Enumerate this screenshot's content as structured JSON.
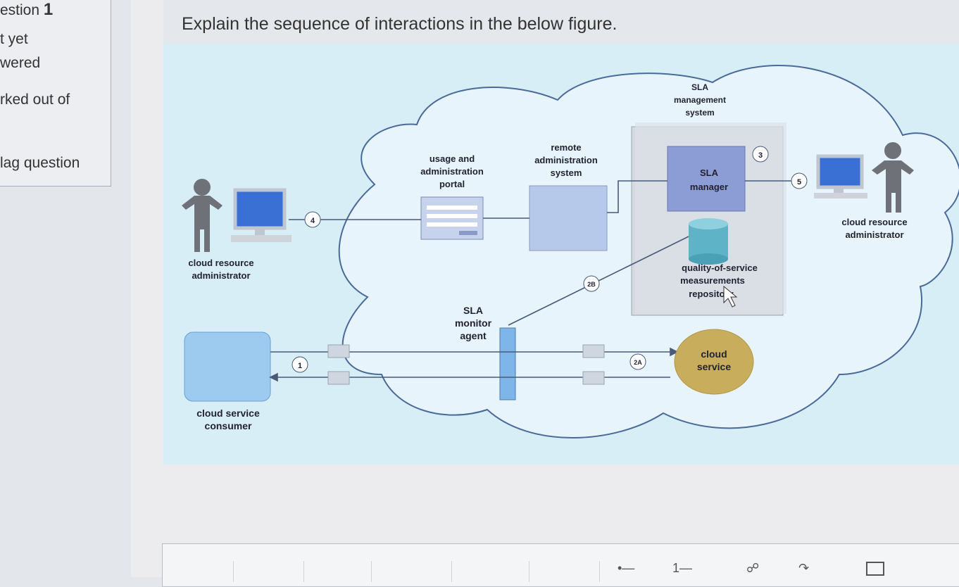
{
  "sidebar": {
    "question_label": "estion",
    "question_number": "1",
    "status_line1": "t yet",
    "status_line2": "wered",
    "marked_out_of": "rked out of",
    "flag_question": "lag question"
  },
  "question": {
    "text": "Explain the sequence of interactions in the below figure."
  },
  "figure": {
    "labels": {
      "sla_management_system": [
        "SLA",
        "management",
        "system"
      ],
      "usage_portal": [
        "usage and",
        "administration",
        "portal"
      ],
      "remote_admin": [
        "remote",
        "administration",
        "system"
      ],
      "sla_manager": [
        "SLA",
        "manager"
      ],
      "admin_left": [
        "cloud resource",
        "administrator"
      ],
      "admin_right": [
        "cloud resource",
        "administrator"
      ],
      "qos_repository": [
        "quality-of-service",
        "measurements",
        "repository"
      ],
      "sla_monitor": [
        "SLA",
        "monitor",
        "agent"
      ],
      "cloud_service": [
        "cloud",
        "service"
      ],
      "consumer": [
        "cloud service",
        "consumer"
      ]
    },
    "steps": [
      "1",
      "2A",
      "2B",
      "3",
      "4",
      "5"
    ]
  },
  "colors": {
    "cloud_fill": "#e7f4fb",
    "cloud_stroke": "#4a6a9a",
    "box_blue": "#b7c9ea",
    "sla_manager_fill": "#8c9cd4",
    "service_gold": "#c8ad5d",
    "consumer_blue": "#9ccbef"
  },
  "editor_toolbar": {
    "icons": [
      "bullet-list-icon",
      "numbered-list-icon",
      "link-icon",
      "unlink-icon",
      "image-icon"
    ]
  }
}
